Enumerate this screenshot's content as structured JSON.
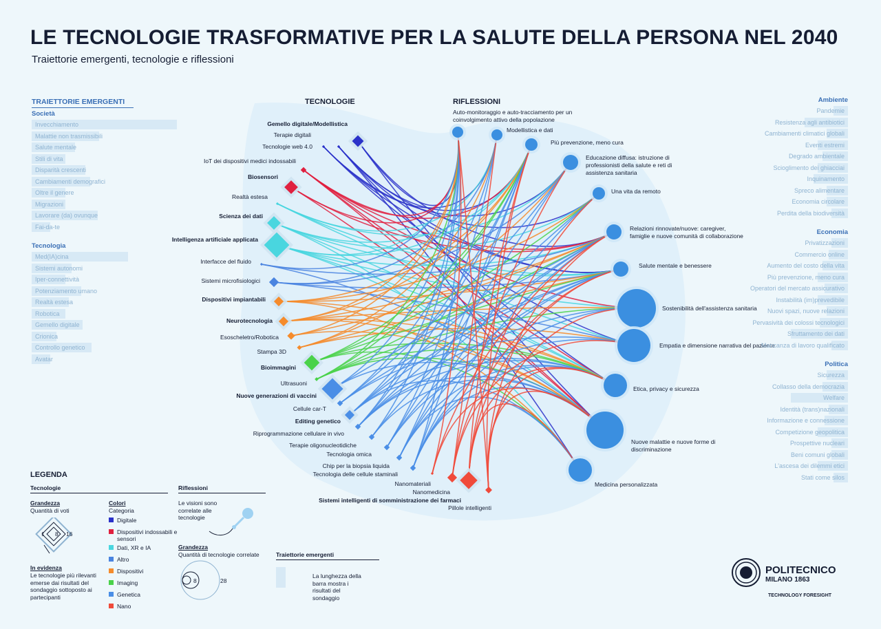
{
  "title": "LE TECNOLOGIE TRASFORMATIVE PER LA SALUTE DELLA PERSONA NEL 2040",
  "subtitle": "Traiettorie emergenti, tecnologie e riflessioni",
  "headers": {
    "trajectories": "TRAIETTORIE EMERGENTI",
    "technologies": "TECNOLOGIE",
    "reflections": "RIFLESSIONI"
  },
  "left_groups": [
    {
      "name": "Società",
      "items": [
        "Invecchiamento",
        "Malattie non trasmissibili",
        "Salute mentale",
        "Stili di vita",
        "Disparità crescenti",
        "Cambiamenti demografici",
        "Oltre il genere",
        "Migrazioni",
        "Lavorare (da) ovunque",
        "Fai-da-te"
      ],
      "bars": [
        0.93,
        0.42,
        0.26,
        0.2,
        0.33,
        0.36,
        0.2,
        0.2,
        0.41,
        0.1
      ]
    },
    {
      "name": "Tecnologia",
      "items": [
        "Med(IA)cina",
        "Sistemi autonomi",
        "Iper-connettività",
        "Potenziamento umano",
        "Realtà estesa",
        "Robotica",
        "Gemello digitale",
        "Crionica",
        "Controllo genetico",
        "Avatar"
      ],
      "bars": [
        0.61,
        0.24,
        0.2,
        0.3,
        0.22,
        0.2,
        0.31,
        0.14,
        0.37,
        0.1
      ]
    }
  ],
  "right_groups": [
    {
      "name": "Ambiente",
      "items": [
        "Pandemie",
        "Resistenza agli antibiotici",
        "Cambiamenti climatici globali",
        "Eventi estremi",
        "Degrado ambientale",
        "Scioglimento dei ghiacciai",
        "Inquinamento",
        "Spreco alimentare",
        "Economia circolare",
        "Perdita della biodiversità"
      ],
      "bars": [
        0.12,
        0.45,
        0.2,
        0.3,
        0.25,
        0.3,
        0.35,
        0.2,
        0.2,
        0.15
      ]
    },
    {
      "name": "Economia",
      "items": [
        "Privatizzazioni",
        "Commercio online",
        "Aumento del costo della vita",
        "Più prevenzione, meno cura",
        "Operatori del mercato assicurativo",
        "Instabilità (im)prevedibile",
        "Nuovi spazi, nuove relazioni",
        "Pervasività dei colossi tecnologici",
        "Sfruttamento dei dati",
        "Mancanza di lavoro qualificato"
      ],
      "bars": [
        0.15,
        0.18,
        0.25,
        0.3,
        0.22,
        0.3,
        0.2,
        0.28,
        0.6,
        0.15
      ]
    },
    {
      "name": "Politica",
      "items": [
        "Sicurezza",
        "Collasso della democrazia",
        "Welfare",
        "Identità (trans)nazionali",
        "Informazione e connessione",
        "Competizione geopolitica",
        "Prospettive nucleari",
        "Beni comuni globali",
        "L'ascesa dei dilemmi etici",
        "Stati come silos"
      ],
      "bars": [
        0.2,
        0.25,
        0.6,
        0.18,
        0.22,
        0.3,
        0.15,
        0.15,
        0.3,
        0.12
      ]
    }
  ],
  "technologies": [
    {
      "label": "Gemello digitale/Modellistica",
      "bold": true,
      "cat": "digitale",
      "size": 12
    },
    {
      "label": "Terapie digitali",
      "bold": false,
      "cat": "digitale",
      "size": 3
    },
    {
      "label": "Tecnologie web 4.0",
      "bold": false,
      "cat": "digitale",
      "size": 3
    },
    {
      "label": "IoT dei dispositivi medici indossabili",
      "bold": false,
      "cat": "indossabili",
      "size": 6
    },
    {
      "label": "Biosensori",
      "bold": true,
      "cat": "indossabili",
      "size": 14
    },
    {
      "label": "Realtà estesa",
      "bold": false,
      "cat": "dati",
      "size": 3
    },
    {
      "label": "Scienza dei dati",
      "bold": true,
      "cat": "dati",
      "size": 14
    },
    {
      "label": "Intelligenza artificiale applicata",
      "bold": true,
      "cat": "dati",
      "size": 26
    },
    {
      "label": "Interfacce del fluido",
      "bold": false,
      "cat": "altro",
      "size": 3
    },
    {
      "label": "Sistemi microfisiologici",
      "bold": false,
      "cat": "altro",
      "size": 10
    },
    {
      "label": "Dispositivi impiantabili",
      "bold": true,
      "cat": "dispositivi",
      "size": 10
    },
    {
      "label": "Neurotecnologia",
      "bold": true,
      "cat": "dispositivi",
      "size": 10
    },
    {
      "label": "Esoscheletro/Robotica",
      "bold": false,
      "cat": "dispositivi",
      "size": 8
    },
    {
      "label": "Stampa 3D",
      "bold": false,
      "cat": "dispositivi",
      "size": 5
    },
    {
      "label": "Bioimmagini",
      "bold": true,
      "cat": "imaging",
      "size": 16
    },
    {
      "label": "Ultrasuoni",
      "bold": false,
      "cat": "imaging",
      "size": 4
    },
    {
      "label": "Nuove generazioni di vaccini",
      "bold": true,
      "cat": "genetica",
      "size": 22
    },
    {
      "label": "Cellule car-T",
      "bold": false,
      "cat": "genetica",
      "size": 6
    },
    {
      "label": "Editing genetico",
      "bold": true,
      "cat": "genetica",
      "size": 10
    },
    {
      "label": "Riprogrammazione cellulare in vivo",
      "bold": false,
      "cat": "genetica",
      "size": 6
    },
    {
      "label": "Terapie oligonucleotidiche",
      "bold": false,
      "cat": "genetica",
      "size": 6
    },
    {
      "label": "Tecnologia omica",
      "bold": false,
      "cat": "genetica",
      "size": 6
    },
    {
      "label": "Chip per la biopsia liquida",
      "bold": false,
      "cat": "genetica",
      "size": 6
    },
    {
      "label": "Tecnologia delle cellule staminali",
      "bold": false,
      "cat": "genetica",
      "size": 6
    },
    {
      "label": "Nanomateriali",
      "bold": false,
      "cat": "nano",
      "size": 3
    },
    {
      "label": "Nanomedicina",
      "bold": false,
      "cat": "nano",
      "size": 10
    },
    {
      "label": "Sistemi intelligenti di somministrazione dei farmaci",
      "bold": true,
      "cat": "nano",
      "size": 18
    },
    {
      "label": "Pillole intelligenti",
      "bold": false,
      "cat": "nano",
      "size": 7
    }
  ],
  "reflections": [
    {
      "label": "Auto-monitoraggio e auto-tracciamento per un coinvolgimento attivo della popolazione",
      "size": 8
    },
    {
      "label": "Modellistica e dati",
      "size": 8
    },
    {
      "label": "Più prevenzione, meno cura",
      "size": 9
    },
    {
      "label": "Educazione diffusa: istruzione di professionisti della salute e reti di assistenza sanitaria",
      "size": 11
    },
    {
      "label": "Una vita da remoto",
      "size": 9
    },
    {
      "label": "Relazioni rinnovate/nuove: caregiver, famiglie e nuove comunità di collaborazione",
      "size": 11
    },
    {
      "label": "Salute mentale e benessere",
      "size": 11
    },
    {
      "label": "Sostenibilità dell'assistenza sanitaria",
      "size": 28
    },
    {
      "label": "Empatia e dimensione narrativa del paziente",
      "size": 24
    },
    {
      "label": "Etica, privacy e sicurezza",
      "size": 17
    },
    {
      "label": "Nuove malattie e nuove forme di discriminazione",
      "size": 27
    },
    {
      "label": "Medicina personalizzata",
      "size": 17
    }
  ],
  "colors": {
    "digitale": "#2b32c9",
    "indossabili": "#e0203f",
    "dati": "#49d6df",
    "altro": "#4a84e0",
    "dispositivi": "#f58b2c",
    "imaging": "#4ad24a",
    "genetica": "#4a8ee6",
    "nano": "#f04a3a",
    "bubble": "#3b8fe0"
  },
  "legend": {
    "title": "LEGENDA",
    "tech_title": "Tecnologie",
    "size_title": "Grandezza",
    "size_desc": "Quantità di voti",
    "size_values": [
      "1",
      "8",
      "16"
    ],
    "highlight_title": "In evidenza",
    "highlight_desc": "Le tecnologie più rilevanti emerse dai risultati del sondaggio sottoposto ai partecipanti",
    "colors_title": "Colori",
    "colors_desc": "Categoria",
    "categories": [
      {
        "key": "digitale",
        "label": "Digitale"
      },
      {
        "key": "indossabili",
        "label": "Dispositivi indossabili e sensori"
      },
      {
        "key": "dati",
        "label": "Dati, XR e IA"
      },
      {
        "key": "altro",
        "label": "Altro"
      },
      {
        "key": "dispositivi",
        "label": "Dispositivi"
      },
      {
        "key": "imaging",
        "label": "Imaging"
      },
      {
        "key": "genetica",
        "label": "Genetica"
      },
      {
        "key": "nano",
        "label": "Nano"
      }
    ],
    "refl_title": "Riflessioni",
    "refl_desc": "Le visioni sono correlate alle tecnologie",
    "refl_size_title": "Grandezza",
    "refl_size_desc": "Quantità di tecnologie correlate",
    "refl_size_values": [
      "8",
      "28"
    ],
    "traj_title": "Traiettorie emergenti",
    "traj_desc": "La lunghezza della barra mostra i risultati del sondaggio"
  },
  "logo": {
    "name": "POLITECNICO",
    "sub": "MILANO 1863",
    "tagline": "TECHNOLOGY FORESIGHT"
  }
}
